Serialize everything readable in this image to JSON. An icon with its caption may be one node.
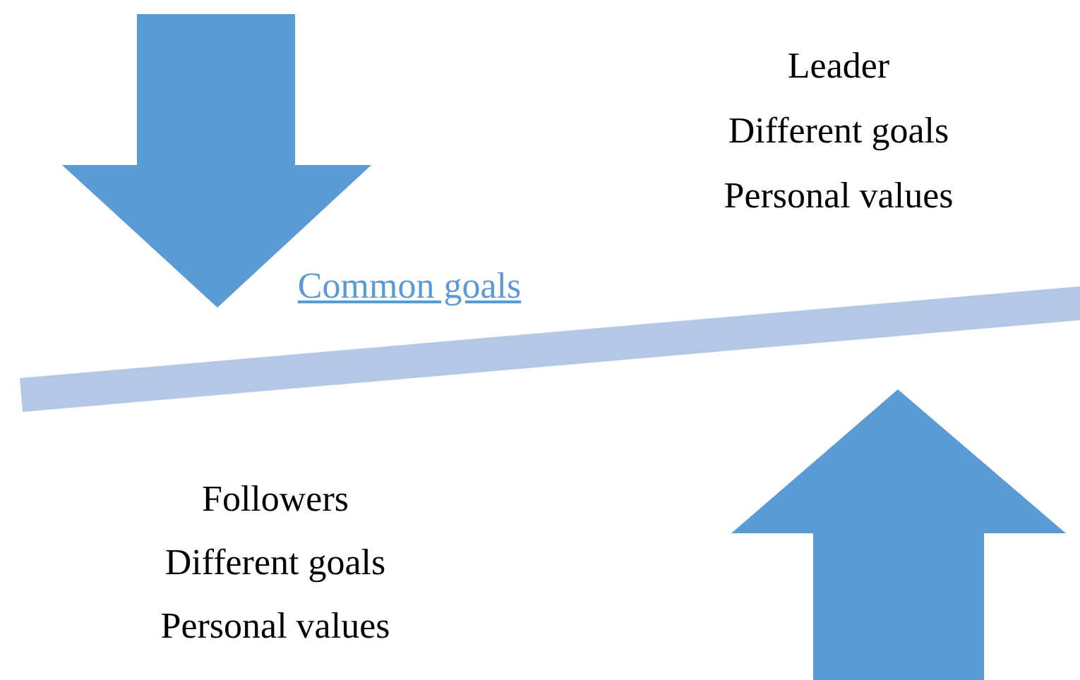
{
  "diagram": {
    "labels": [
      "Leader",
      "Different goals",
      "Personal values",
      "Common goals",
      "Followers",
      "Different goals",
      "Personal values"
    ]
  }
}
